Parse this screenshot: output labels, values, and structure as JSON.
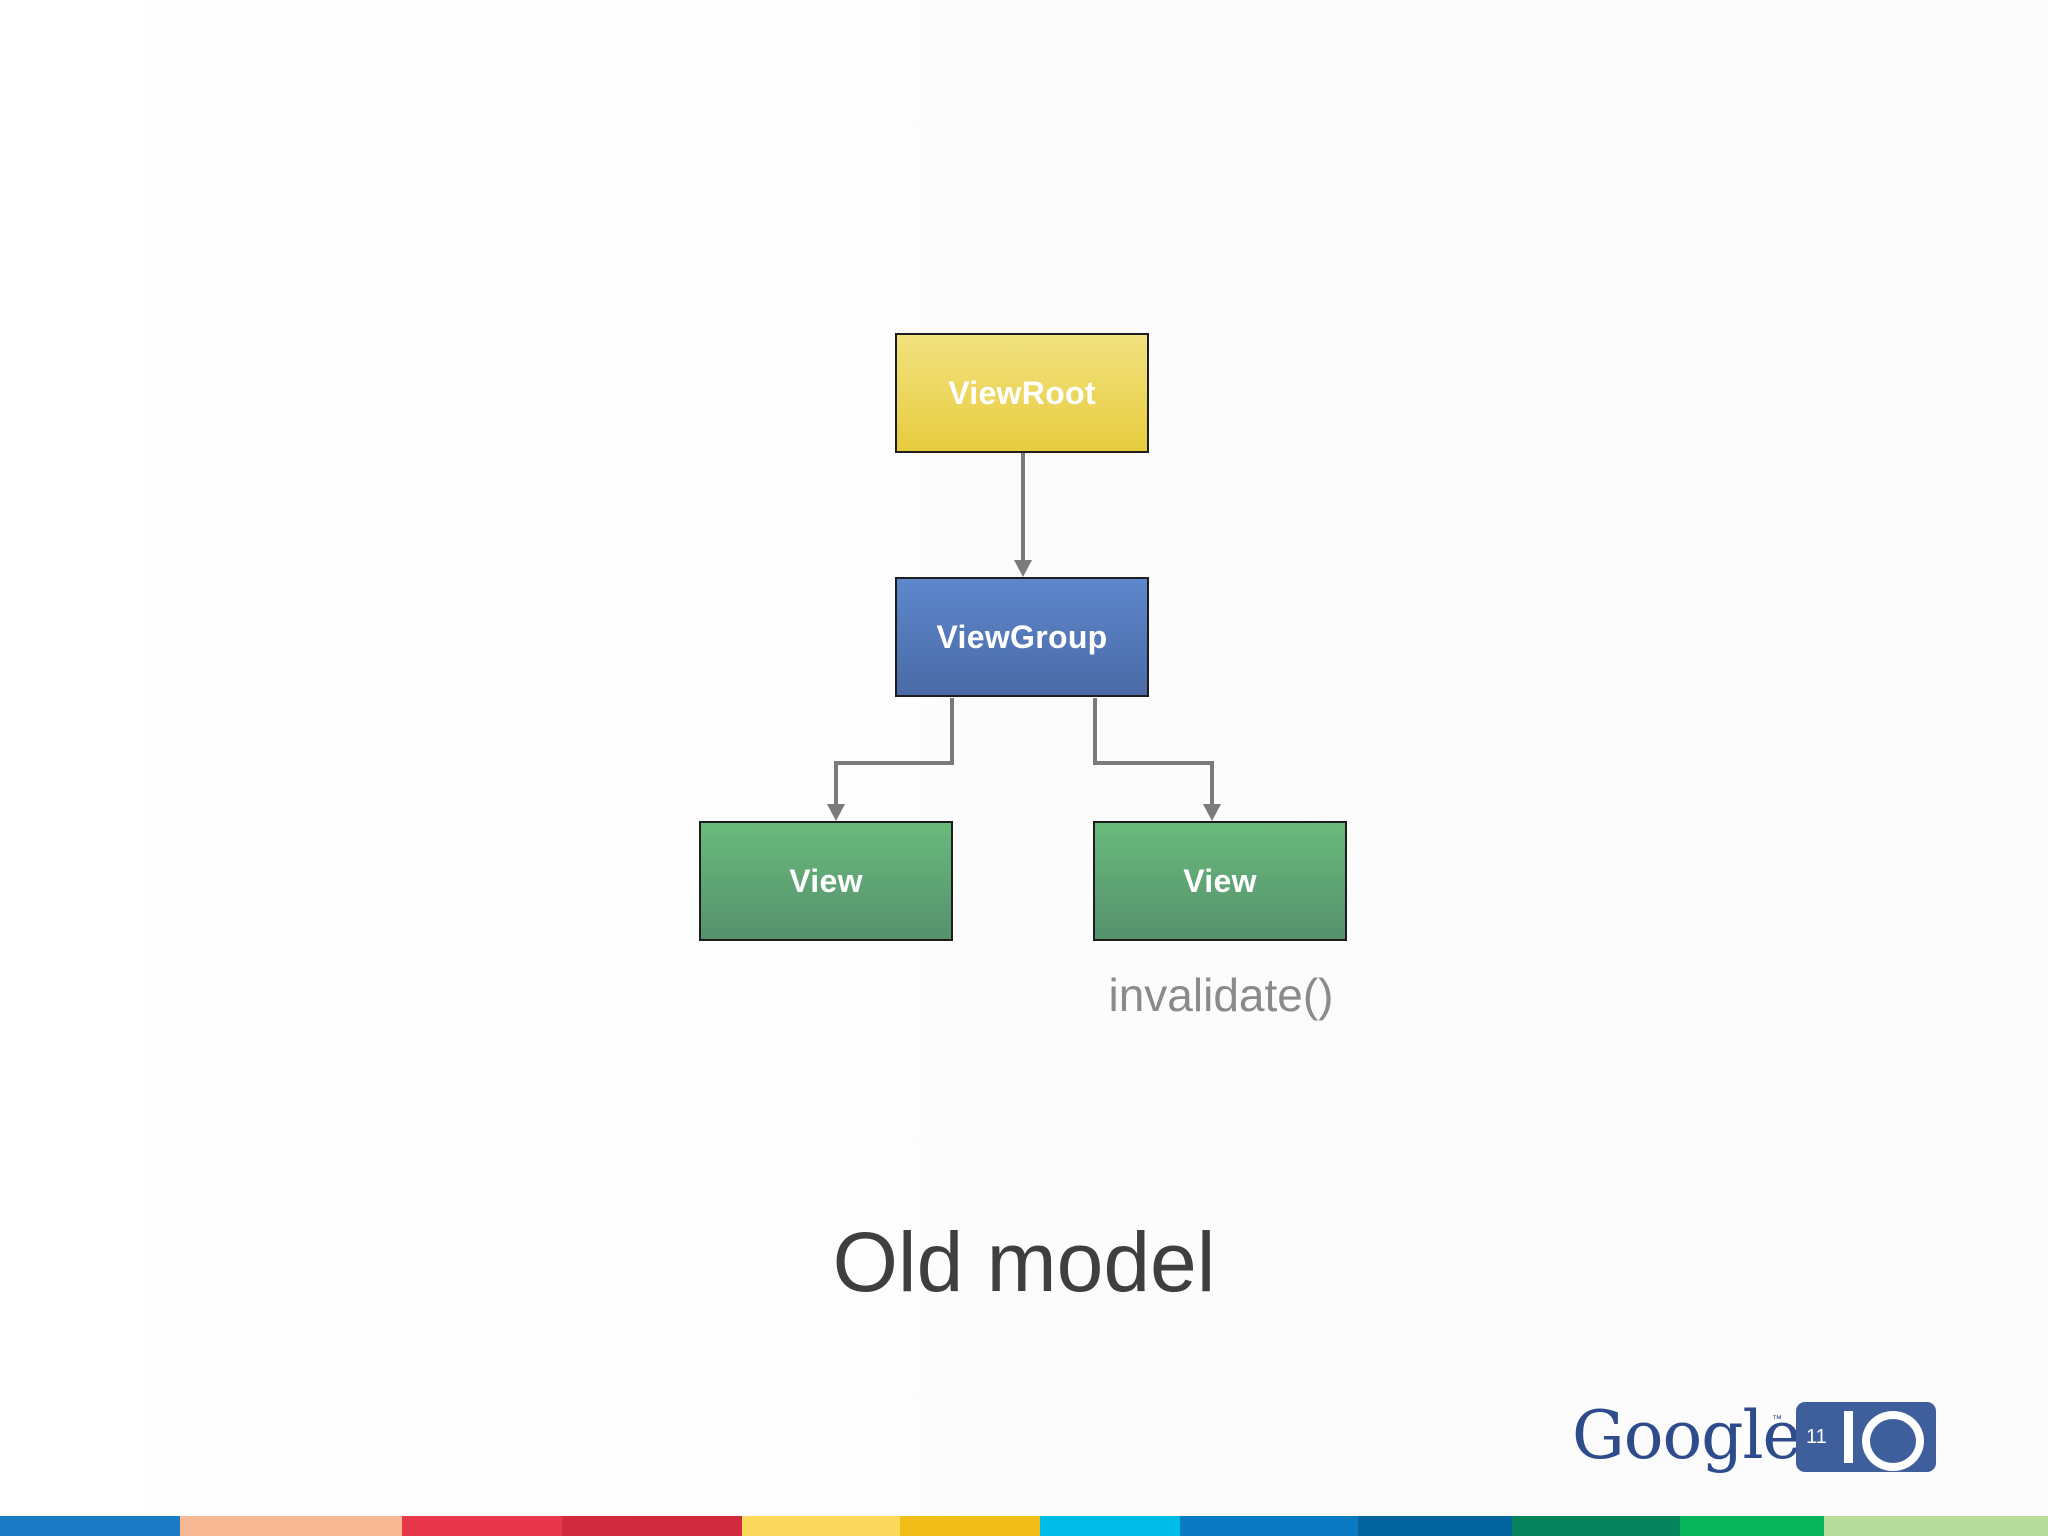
{
  "diagram": {
    "nodes": {
      "root": {
        "label": "ViewRoot",
        "color": "#e9d14d"
      },
      "group": {
        "label": "ViewGroup",
        "color": "#527ac0"
      },
      "view_left": {
        "label": "View",
        "color": "#5fa574"
      },
      "view_right": {
        "label": "View",
        "color": "#5fa574"
      }
    },
    "edges": [
      {
        "from": "root",
        "to": "group"
      },
      {
        "from": "group",
        "to": "view_left"
      },
      {
        "from": "group",
        "to": "view_right"
      }
    ],
    "annotation": "invalidate()",
    "caption": "Old model"
  },
  "logo": {
    "wordmark": "Google",
    "trademark": "™",
    "year": "11",
    "colors": {
      "primary": "#2e4c8b",
      "badge": "#3f5f9c"
    }
  },
  "footer_stripe": {
    "colors": [
      "#1a7bc4",
      "#f8b894",
      "#e8364a",
      "#d12a3f",
      "#fcd95c",
      "#f0bd19",
      "#00bde7",
      "#0a7bc2",
      "#04649d",
      "#06835a",
      "#08b45a",
      "#b8dc9c"
    ]
  }
}
